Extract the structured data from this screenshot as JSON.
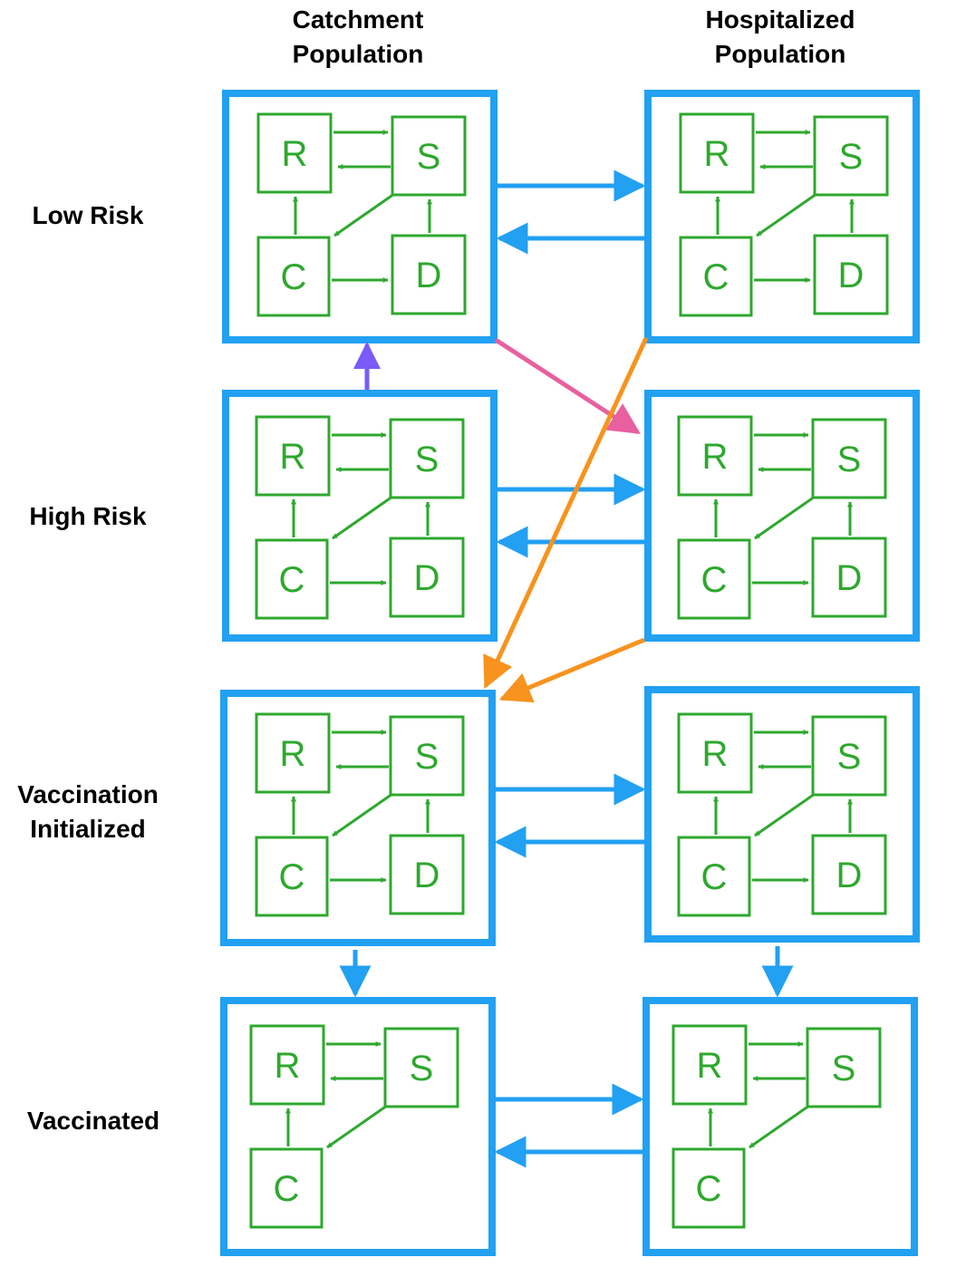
{
  "colors": {
    "blue": "#22a0f2",
    "green": "#2ea82e",
    "purple": "#7a5af8",
    "pink": "#e8609f",
    "orange": "#f7931e",
    "text": "#000000"
  },
  "columns": {
    "catchment": [
      "Catchment",
      "Population"
    ],
    "hospitalized": [
      "Hospitalized",
      "Population"
    ]
  },
  "rows": {
    "low_risk": [
      "Low Risk"
    ],
    "high_risk": [
      "High Risk"
    ],
    "vaccination_initialized": [
      "Vaccination",
      "Initialized"
    ],
    "vaccinated": [
      "Vaccinated"
    ]
  },
  "states": {
    "R": "R",
    "S": "S",
    "C": "C",
    "D": "D"
  }
}
